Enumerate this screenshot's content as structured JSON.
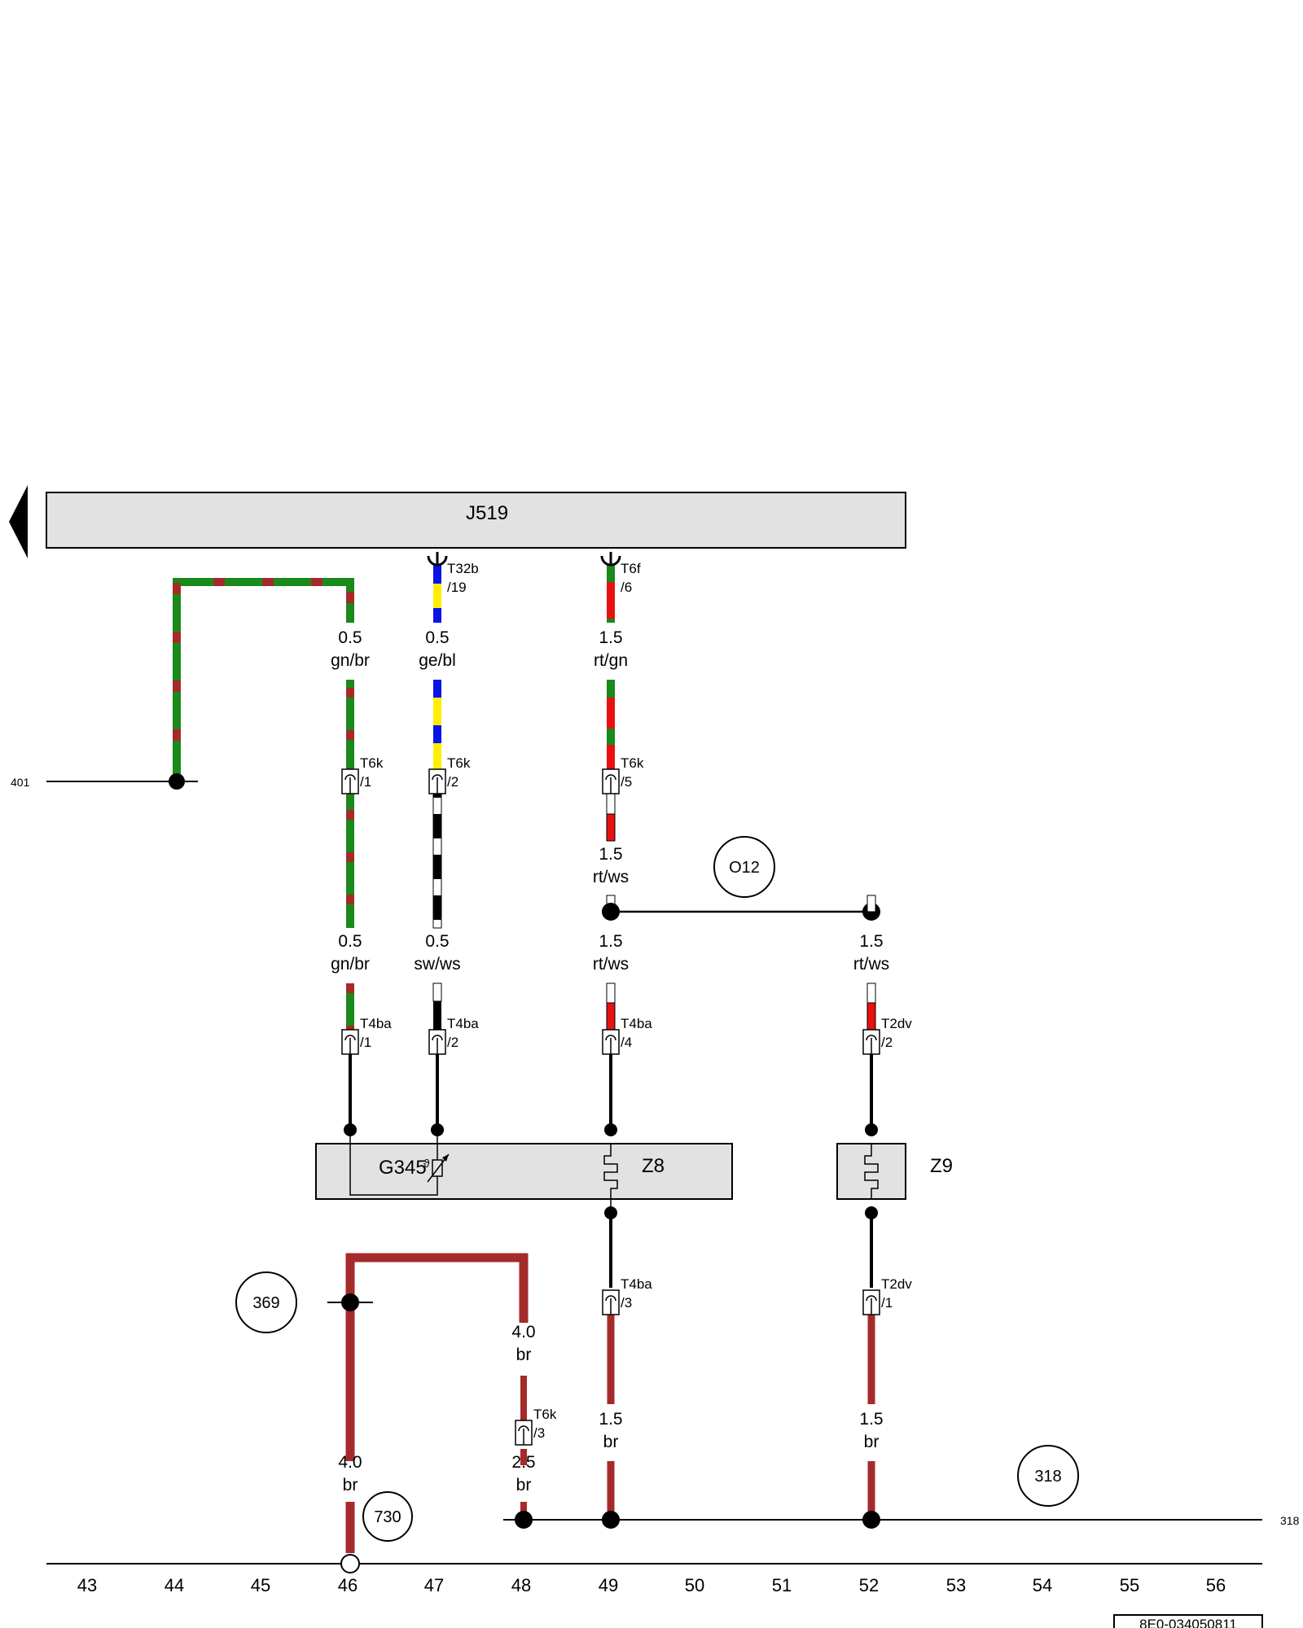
{
  "components": {
    "j519": "J519",
    "g345": "G345",
    "z8": "Z8",
    "z9": "Z9"
  },
  "connectors": {
    "t32b_19": {
      "name": "T32b",
      "pin": "/19"
    },
    "t6f_6": {
      "name": "T6f",
      "pin": "/6"
    },
    "t6k_1": {
      "name": "T6k",
      "pin": "/1"
    },
    "t6k_2": {
      "name": "T6k",
      "pin": "/2"
    },
    "t6k_5": {
      "name": "T6k",
      "pin": "/5"
    },
    "t4ba_1": {
      "name": "T4ba",
      "pin": "/1"
    },
    "t4ba_2": {
      "name": "T4ba",
      "pin": "/2"
    },
    "t4ba_4": {
      "name": "T4ba",
      "pin": "/4"
    },
    "t2dv_2": {
      "name": "T2dv",
      "pin": "/2"
    },
    "t4ba_3": {
      "name": "T4ba",
      "pin": "/3"
    },
    "t2dv_1": {
      "name": "T2dv",
      "pin": "/1"
    },
    "t6k_3": {
      "name": "T6k",
      "pin": "/3"
    }
  },
  "wire_labels": {
    "w46_top": {
      "size": "0.5",
      "color": "gn/br"
    },
    "w47_top": {
      "size": "0.5",
      "color": "ge/bl"
    },
    "w49_top": {
      "size": "1.5",
      "color": "rt/gn"
    },
    "w49_mid": {
      "size": "1.5",
      "color": "rt/ws"
    },
    "w46_low": {
      "size": "0.5",
      "color": "gn/br"
    },
    "w47_low": {
      "size": "0.5",
      "color": "sw/ws"
    },
    "w49_low": {
      "size": "1.5",
      "color": "rt/ws"
    },
    "w52_low": {
      "size": "1.5",
      "color": "rt/ws"
    },
    "w48_upper": {
      "size": "4.0",
      "color": "br"
    },
    "w46_ground": {
      "size": "4.0",
      "color": "br"
    },
    "w48_lower": {
      "size": "2.5",
      "color": "br"
    },
    "w49_ground": {
      "size": "1.5",
      "color": "br"
    },
    "w52_ground": {
      "size": "1.5",
      "color": "br"
    }
  },
  "references": {
    "o12": "O12",
    "r369": "369",
    "r730": "730",
    "r318": "318",
    "line_401": "401",
    "line_318": "318"
  },
  "columns": [
    "43",
    "44",
    "45",
    "46",
    "47",
    "48",
    "49",
    "50",
    "51",
    "52",
    "53",
    "54",
    "55",
    "56"
  ],
  "drawing_number": "8E0-034050811",
  "colors": {
    "green": "#1a8a1a",
    "brown": "#a52a2a",
    "red": "#e81010",
    "yellow": "#ffee00",
    "blue": "#0a14e6",
    "black": "#000000",
    "white": "#ffffff",
    "component_fill": "#e2e2e2"
  }
}
